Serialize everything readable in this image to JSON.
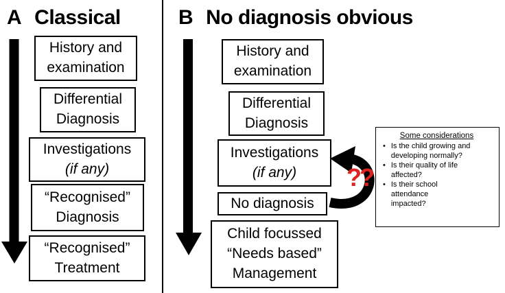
{
  "figure": {
    "panel_a": {
      "label": "A",
      "title": "Classical",
      "boxes": [
        {
          "lines": [
            "History and",
            "examination"
          ],
          "italic_lines": []
        },
        {
          "lines": [
            "Differential",
            "Diagnosis"
          ],
          "italic_lines": []
        },
        {
          "lines": [
            "Investigations",
            "(if any)"
          ],
          "italic_lines": [
            1
          ]
        },
        {
          "lines": [
            "“Recognised”",
            "Diagnosis"
          ],
          "italic_lines": []
        },
        {
          "lines": [
            "“Recognised”",
            "Treatment"
          ],
          "italic_lines": []
        }
      ]
    },
    "panel_b": {
      "label": "B",
      "title": "No diagnosis obvious",
      "boxes": [
        {
          "lines": [
            "History and",
            "examination"
          ],
          "italic_lines": []
        },
        {
          "lines": [
            "Differential",
            "Diagnosis"
          ],
          "italic_lines": []
        },
        {
          "lines": [
            "Investigations",
            "(if any)"
          ],
          "italic_lines": [
            1
          ]
        },
        {
          "lines": [
            "No diagnosis"
          ],
          "italic_lines": []
        },
        {
          "lines": [
            "Child focussed",
            "“Needs based”",
            "Management"
          ],
          "italic_lines": []
        }
      ]
    },
    "loop_annotation": "??",
    "considerations": {
      "title": "Some considerations",
      "bullets": [
        {
          "lines": [
            "Is the child growing and",
            "developing normally?"
          ]
        },
        {
          "lines": [
            "Is their quality of life",
            "affected?"
          ]
        },
        {
          "lines": [
            "Is their school",
            "attendance",
            "impacted?"
          ]
        }
      ]
    },
    "colors": {
      "ink": "#000000",
      "question_marks": "#dd2420",
      "background": "#ffffff"
    }
  }
}
